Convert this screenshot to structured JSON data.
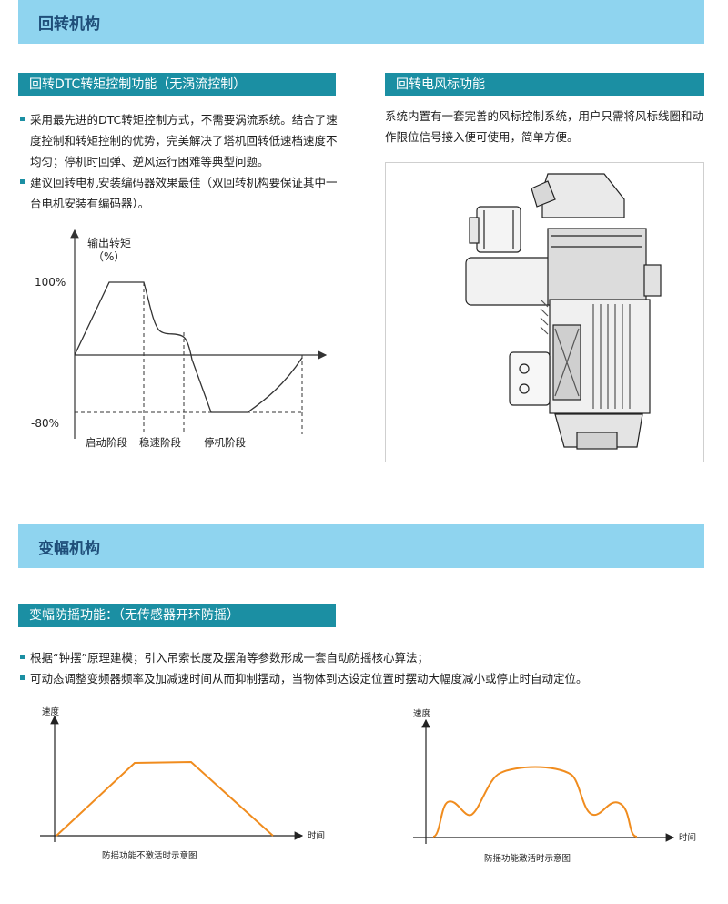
{
  "section1": {
    "title": "回转机构",
    "left": {
      "bar_title": "回转DTC转矩控制功能（无涡流控制）",
      "bullets": [
        [
          "采用最先进的DTC转矩控制方式，不需要涡流系统。结合了速",
          "度控制和转矩控制的优势，完美解决了塔机回转低速档速度不",
          "均匀；停机时回弹、逆风运行困难等典型问题。"
        ],
        [
          "建议回转电机安装编码器效果最佳（双回转机构要保证其中一",
          "台电机安装有编码器）。"
        ]
      ],
      "chart": {
        "ylabel_line1": "输出转矩",
        "ylabel_line2": "（%）",
        "tick_top": "100%",
        "tick_bottom": "-80%",
        "phases": [
          "启动阶段",
          "稳速阶段",
          "停机阶段"
        ]
      }
    },
    "right": {
      "bar_title": "回转电风标功能",
      "text_lines": [
        "系统内置有一套完善的风标控制系统，用户只需将风标线圈和动",
        "作限位信号接入便可使用，简单方便。"
      ]
    }
  },
  "section2": {
    "title": "变幅机构",
    "bar_title": "变幅防摇功能：（无传感器开环防摇）",
    "bullets": [
      "根据“钟摆”原理建模；引入吊索长度及摆角等参数形成一套自动防摇核心算法；",
      "可动态调整变频器频率及加减速时间从而抑制摆动，当物体到达设定位置时摆动大幅度减小或停止时自动定位。"
    ],
    "chart_left": {
      "ylabel": "速度",
      "xlabel": "时间",
      "caption": "防摇功能不激活时示意图"
    },
    "chart_right": {
      "ylabel": "速度",
      "xlabel": "时间",
      "caption": "防摇功能激活时示意图"
    }
  },
  "colors": {
    "banner": "#8fd4ef",
    "bar": "#1b8fa3",
    "curve": "#f08c1e"
  },
  "icons": [
    "bullet-square-icon",
    "motor-illustration"
  ]
}
